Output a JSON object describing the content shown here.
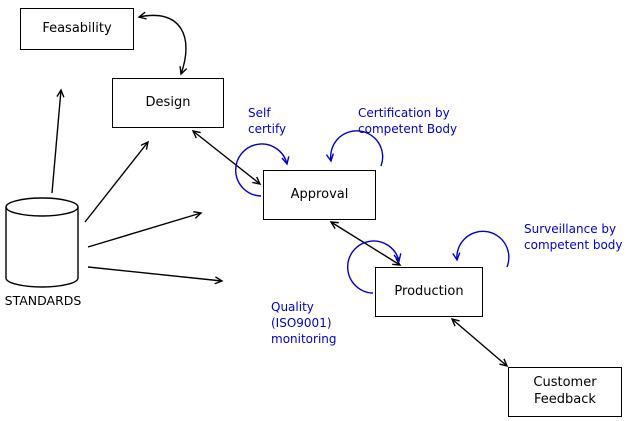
{
  "diagram": {
    "nodes": {
      "feasability": {
        "label": "Feasability"
      },
      "design": {
        "label": "Design"
      },
      "approval": {
        "label": "Approval"
      },
      "production": {
        "label": "Production"
      },
      "customer_feedback": {
        "label": "Customer\nFeedback"
      },
      "standards": {
        "label": "STANDARDS"
      }
    },
    "annotations": {
      "self_certify": {
        "label": "Self\ncertify"
      },
      "certification": {
        "label": "Certification by\ncompetent Body"
      },
      "surveillance": {
        "label": "Surveillance by\ncompetent body"
      },
      "quality": {
        "label": "Quality\n(ISO9001)\nmonitoring"
      }
    },
    "colors": {
      "line": "#000000",
      "annotation": "#0000cd",
      "background": "#ffffff"
    }
  }
}
